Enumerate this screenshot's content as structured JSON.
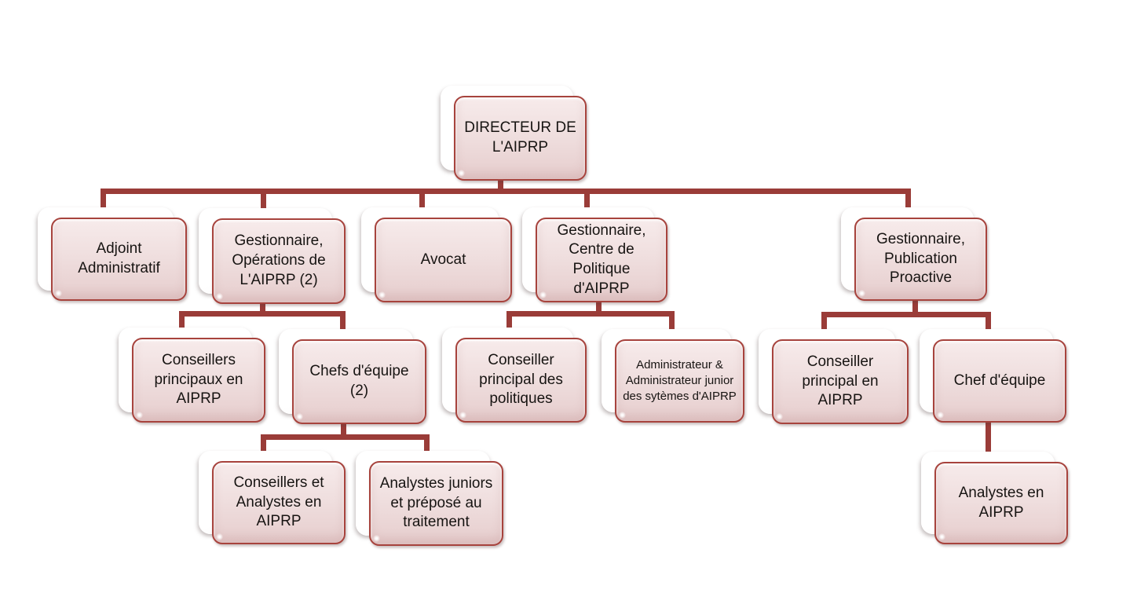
{
  "diagram": {
    "type": "org-chart",
    "language": "fr",
    "colors": {
      "connector": "#9a3c38",
      "box_border": "#a7433d",
      "box_fill_top": "#f7ebeb",
      "box_fill_bottom": "#e6cdcd",
      "text": "#171412",
      "background": "#ffffff"
    },
    "nodes": {
      "directeur": {
        "label": "DIRECTEUR DE L'AIPRP"
      },
      "adjoint": {
        "label": "Adjoint Administratif"
      },
      "operations": {
        "label": "Gestionnaire, Opérations de L'AIPRP (2)"
      },
      "avocat": {
        "label": "Avocat"
      },
      "centre": {
        "label": "Gestionnaire, Centre de Politique d'AIPRP"
      },
      "publication": {
        "label": "Gestionnaire, Publication Proactive"
      },
      "conseillers_principaux": {
        "label": "Conseillers principaux en AIPRP"
      },
      "chefs_equipe": {
        "label": "Chefs d'équipe (2)"
      },
      "conseiller_politiques": {
        "label": "Conseiller principal des politiques"
      },
      "administrateurs": {
        "label": "Administrateur & Administrateur junior des sytèmes d'AIPRP"
      },
      "conseiller_principal": {
        "label": "Conseiller principal en AIPRP"
      },
      "chef_equipe": {
        "label": "Chef d'équipe"
      },
      "conseillers_analystes": {
        "label": "Conseillers et Analystes en AIPRP"
      },
      "analystes_juniors": {
        "label": "Analystes juniors et préposé au traitement"
      },
      "analystes": {
        "label": "Analystes en AIPRP"
      }
    },
    "hierarchy": [
      {
        "parent": "DIRECTEUR DE L'AIPRP",
        "children": [
          "Adjoint Administratif",
          "Gestionnaire, Opérations de L'AIPRP (2)",
          "Avocat",
          "Gestionnaire, Centre de Politique d'AIPRP",
          "Gestionnaire, Publication Proactive"
        ]
      },
      {
        "parent": "Gestionnaire, Opérations de L'AIPRP (2)",
        "children": [
          "Conseillers principaux en AIPRP",
          "Chefs d'équipe (2)"
        ]
      },
      {
        "parent": "Chefs d'équipe (2)",
        "children": [
          "Conseillers et Analystes en AIPRP",
          "Analystes juniors et préposé au traitement"
        ]
      },
      {
        "parent": "Gestionnaire, Centre de Politique d'AIPRP",
        "children": [
          "Conseiller principal des politiques",
          "Administrateur & Administrateur junior des sytèmes d'AIPRP"
        ]
      },
      {
        "parent": "Gestionnaire, Publication Proactive",
        "children": [
          "Conseiller principal en AIPRP",
          "Chef d'équipe"
        ]
      },
      {
        "parent": "Chef d'équipe",
        "children": [
          "Analystes en AIPRP"
        ]
      }
    ]
  }
}
